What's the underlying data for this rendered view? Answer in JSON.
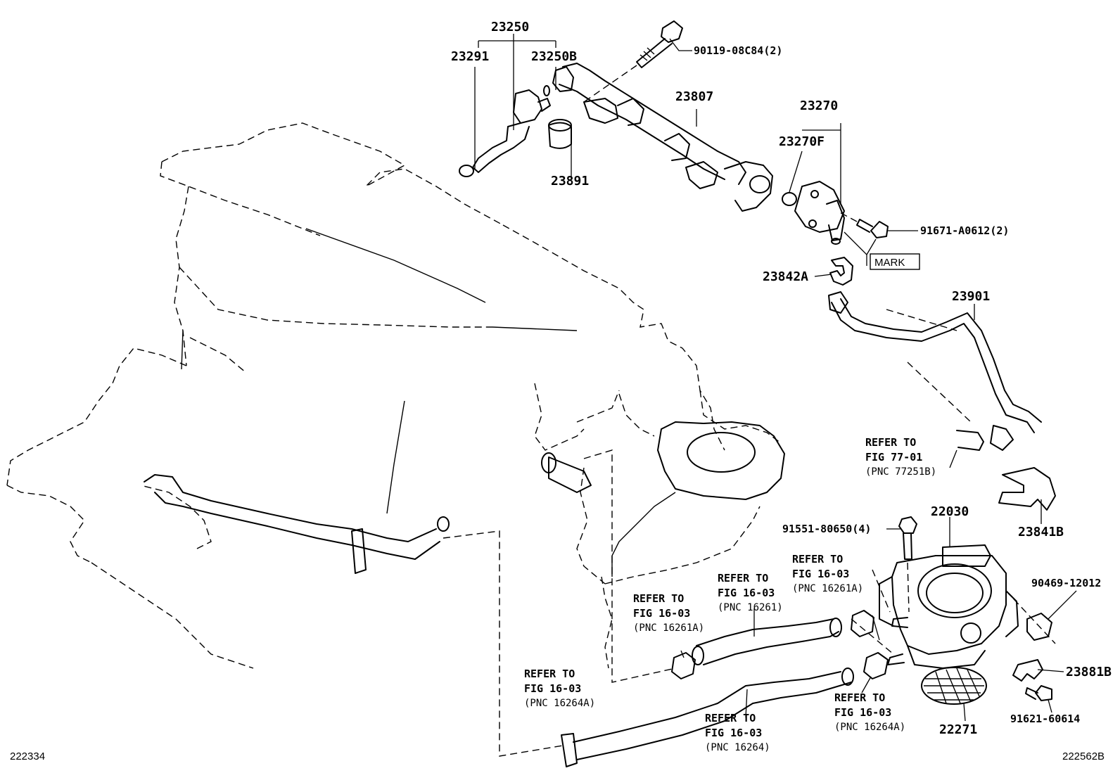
{
  "diagram": {
    "corner_left": "222334",
    "corner_right": "222562B",
    "mark_label": "MARK",
    "parts": {
      "p23250": "23250",
      "p23291": "23291",
      "p23250b": "23250B",
      "p90119": "90119-08C84(2)",
      "p23807": "23807",
      "p23891": "23891",
      "p23270": "23270",
      "p23270f": "23270F",
      "p91671": "91671-A0612(2)",
      "p23842a": "23842A",
      "p23901": "23901",
      "p23841b": "23841B",
      "p22030": "22030",
      "p91551": "91551-80650(4)",
      "p90469": "90469-12012",
      "p23881b": "23881B",
      "p91621": "91621-60614",
      "p22271": "22271"
    },
    "refs": {
      "r1": {
        "line1": "REFER TO",
        "line2": "FIG 77-01",
        "line3": "(PNC 77251B)"
      },
      "r2": {
        "line1": "REFER TO",
        "line2": "FIG 16-03",
        "line3": "(PNC 16261A)"
      },
      "r3": {
        "line1": "REFER TO",
        "line2": "FIG 16-03",
        "line3": "(PNC 16261)"
      },
      "r4": {
        "line1": "REFER TO",
        "line2": "FIG 16-03",
        "line3": "(PNC 16261A)"
      },
      "r5": {
        "line1": "REFER TO",
        "line2": "FIG 16-03",
        "line3": "(PNC 16264A)"
      },
      "r6": {
        "line1": "REFER TO",
        "line2": "FIG 16-03",
        "line3": "(PNC 16264)"
      },
      "r7": {
        "line1": "REFER TO",
        "line2": "FIG 16-03",
        "line3": "(PNC 16264A)"
      }
    }
  }
}
